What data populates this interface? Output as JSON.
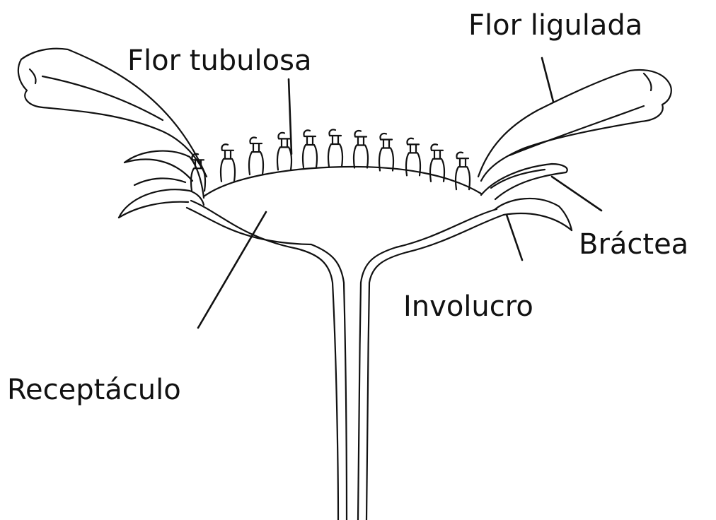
{
  "diagram": {
    "labels": {
      "flor_ligulada": "Flor ligulada",
      "flor_tubulosa": "Flor tubulosa",
      "bractea": "Bráctea",
      "involucro": "Involucro",
      "receptaculo": "Receptáculo"
    },
    "colors": {
      "line": "#111111",
      "background": "#ffffff"
    }
  }
}
